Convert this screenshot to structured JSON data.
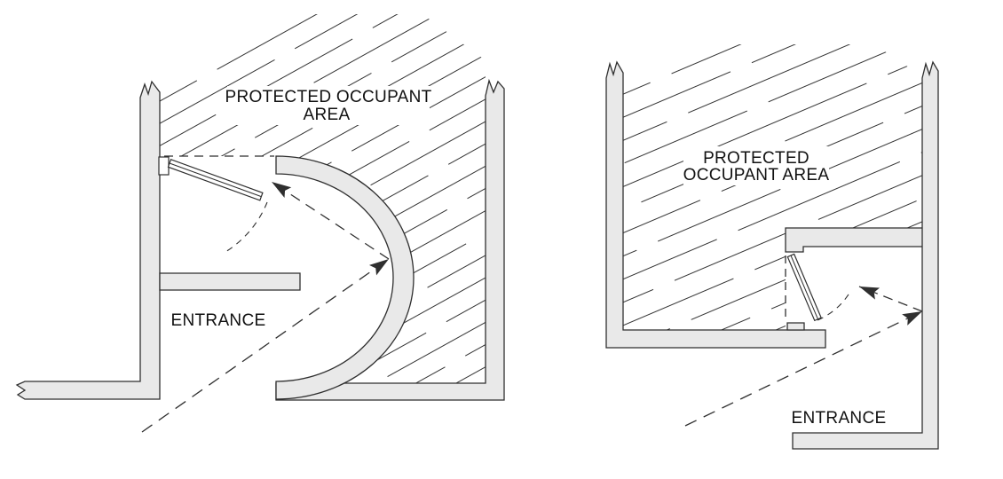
{
  "diagram_title": "Entrance vestibule plan diagrams",
  "colors": {
    "background": "#ffffff",
    "wall_fill": "#e9e9e9",
    "line": "#2f2f2f",
    "text": "#111111"
  },
  "left_diagram": {
    "name": "curved-baffle-vestibule-plan",
    "protected_area_label_line1": "PROTECTED OCCUPANT",
    "protected_area_label_line2": "AREA",
    "entrance_label": "ENTRANCE"
  },
  "right_diagram": {
    "name": "offset-corridor-vestibule-plan",
    "protected_area_label_line1": "PROTECTED",
    "protected_area_label_line2": "OCCUPANT AREA",
    "entrance_label": "ENTRANCE"
  }
}
